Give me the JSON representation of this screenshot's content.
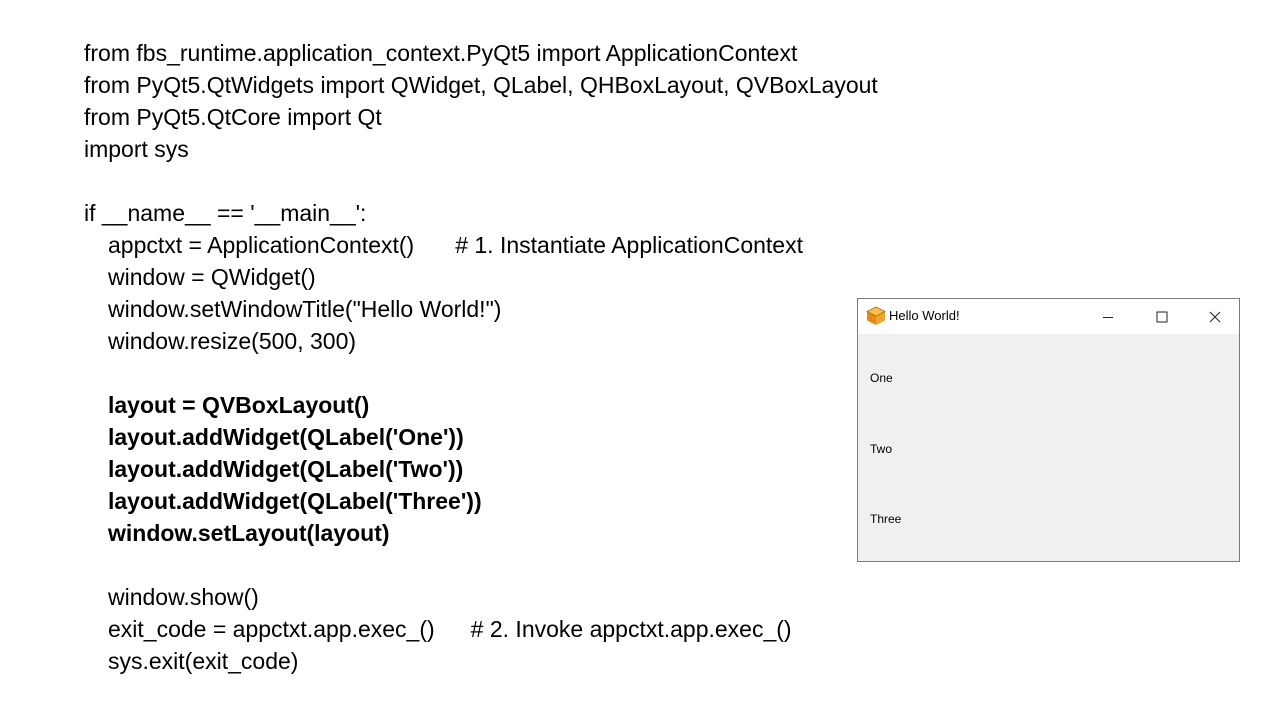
{
  "code": {
    "lines": [
      "from fbs_runtime.application_context.PyQt5 import ApplicationContext",
      "from PyQt5.QtWidgets import QWidget, QLabel, QHBoxLayout, QVBoxLayout",
      "from PyQt5.QtCore import Qt",
      "import sys",
      "",
      "if __name__ == '__main__':",
      "appctxt = ApplicationContext()",
      "# 1. Instantiate ApplicationContext",
      "window = QWidget()",
      "window.setWindowTitle(\"Hello World!\")",
      "window.resize(500, 300)",
      "",
      "layout = QVBoxLayout()",
      "layout.addWidget(QLabel('One'))",
      "layout.addWidget(QLabel('Two'))",
      "layout.addWidget(QLabel('Three'))",
      "window.setLayout(layout)",
      "",
      "window.show()",
      "exit_code = appctxt.app.exec_()",
      "# 2. Invoke appctxt.app.exec_()",
      "sys.exit(exit_code)"
    ]
  },
  "window": {
    "title": "Hello World!",
    "icon": "app-box-icon",
    "controls": [
      "minimize-icon",
      "maximize-icon",
      "close-icon"
    ],
    "labels": [
      "One",
      "Two",
      "Three"
    ]
  }
}
